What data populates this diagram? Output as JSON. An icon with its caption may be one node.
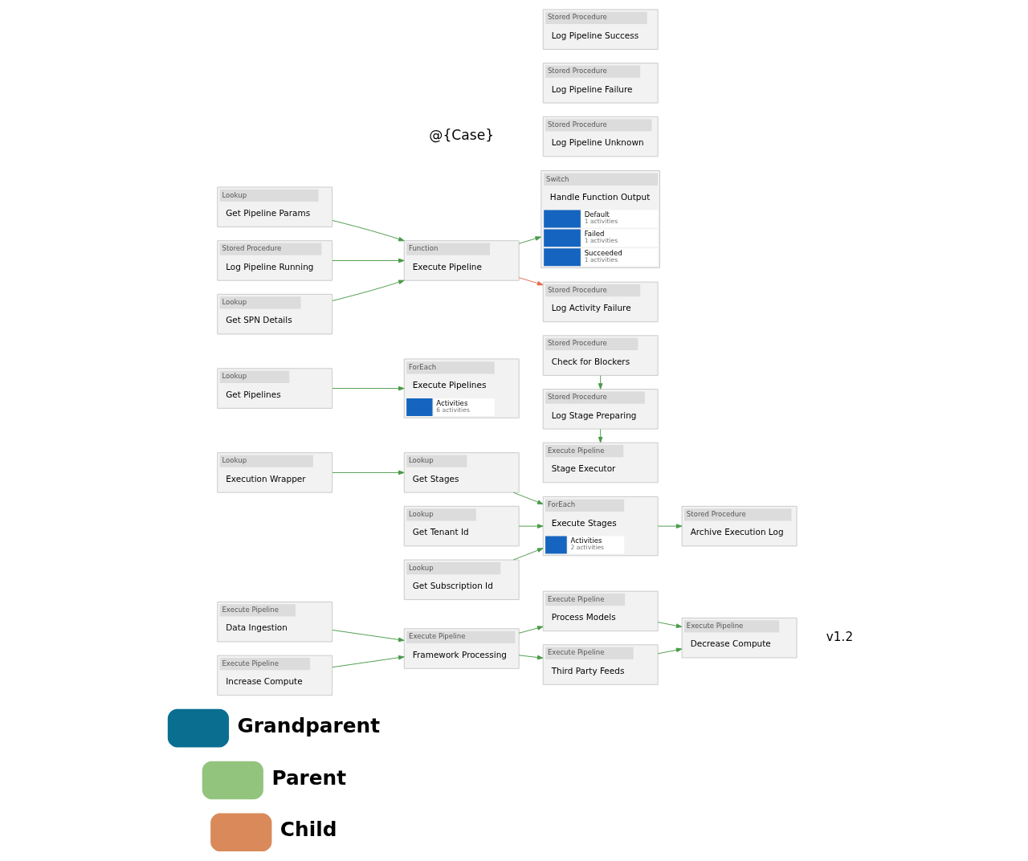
{
  "diagram": {
    "nodes": [
      {
        "text": [
          "Grandparent"
        ]
      },
      {
        "text": [
          "Execute Pipeline",
          "Data Ingestion"
        ]
      },
      {
        "text": [
          "Execute Pipeline",
          "Increase Compute"
        ]
      },
      {
        "text": [
          "Execute Pipeline",
          "Framework Processing"
        ]
      },
      {
        "text": [
          "Execute Pipeline",
          "Process Models"
        ]
      },
      {
        "text": [
          "Execute Pipeline",
          "Third Party Feeds"
        ]
      },
      {
        "text": [
          "Execute Pipeline",
          "Decrease Compute"
        ]
      },
      {
        "text": [
          "Parent"
        ]
      },
      {
        "text": [
          "Lookup",
          "Execution Wrapper"
        ]
      },
      {
        "text": [
          "Lookup",
          "Get Stages"
        ]
      },
      {
        "text": [
          "Lookup",
          "Get Tenant Id"
        ]
      },
      {
        "text": [
          "Lookup",
          "Get Subscription Id"
        ]
      },
      {
        "text": [
          "ForEach",
          "Execute Stages",
          "Activities",
          "2 activities"
        ]
      },
      {
        "text": [
          "Stored Procedure",
          "Archive Execution Log"
        ]
      },
      {
        "text": [
          "Stored Procedure",
          "Check for Blockers"
        ]
      },
      {
        "text": [
          "Stored Procedure",
          "Log Stage Preparing"
        ]
      },
      {
        "text": [
          "Execute Pipeline",
          "Stage Executor"
        ]
      },
      {
        "text": [
          "Child"
        ]
      },
      {
        "text": [
          "Lookup",
          "Get Pipelines"
        ]
      },
      {
        "text": [
          "ForEach",
          "Execute Pipelines",
          "Activities",
          "6 activities"
        ]
      },
      {
        "text": [
          "Lookup",
          "Get Pipeline Params"
        ]
      },
      {
        "text": [
          "Stored Procedure",
          "Log Pipeline Running"
        ]
      },
      {
        "text": [
          "Lookup",
          "Get SPN Details"
        ]
      },
      {
        "text": [
          "Function",
          "Execute Pipeline"
        ]
      },
      {
        "text": [
          "Switch",
          "Handle Function Output",
          "Default",
          "1 activities",
          "Failed",
          "1 activities",
          "Succeeded",
          "1 activities"
        ]
      },
      {
        "text": [
          "Stored Procedure",
          "Log Activity Failure"
        ]
      },
      {
        "text": [
          "Stored Procedure",
          "Log Pipeline Unknown"
        ]
      },
      {
        "text": [
          "Stored Procedure",
          "Log Pipeline Failure"
        ]
      },
      {
        "text": [
          "Stored Procedure",
          "Log Pipeline Success"
        ]
      }
    ],
    "edges": [
      {
        "from": 1,
        "to": 3,
        "arrow": "to"
      },
      {
        "from": 2,
        "to": 3,
        "arrow": "to"
      },
      {
        "from": 3,
        "to": 4,
        "arrow": "to"
      },
      {
        "from": 3,
        "to": 5,
        "arrow": "to"
      },
      {
        "from": 4,
        "to": 6,
        "arrow": "to"
      },
      {
        "from": 5,
        "to": 6,
        "arrow": "to"
      },
      {
        "from": 8,
        "to": 9,
        "arrow": "to"
      },
      {
        "from": 9,
        "to": 12,
        "arrow": "to"
      },
      {
        "from": 10,
        "to": 12,
        "arrow": "to"
      },
      {
        "from": 11,
        "to": 12,
        "arrow": "to"
      },
      {
        "from": 12,
        "to": 13,
        "arrow": "to"
      },
      {
        "from": 14,
        "to": 15,
        "arrow": "to"
      },
      {
        "from": 15,
        "to": 16,
        "arrow": "to"
      },
      {
        "from": 18,
        "to": 19,
        "arrow": "to"
      },
      {
        "from": 20,
        "to": 23,
        "arrow": "to"
      },
      {
        "from": 21,
        "to": 23,
        "arrow": "to"
      },
      {
        "from": 22,
        "to": 23,
        "arrow": "to"
      },
      {
        "from": 23,
        "to": 24,
        "arrow": "to"
      },
      {
        "from": 23,
        "to": 25,
        "arrow": "to",
        "color": "#e06c4a"
      }
    ],
    "labels": [
      "v1.2",
      "@{Case}"
    ]
  }
}
